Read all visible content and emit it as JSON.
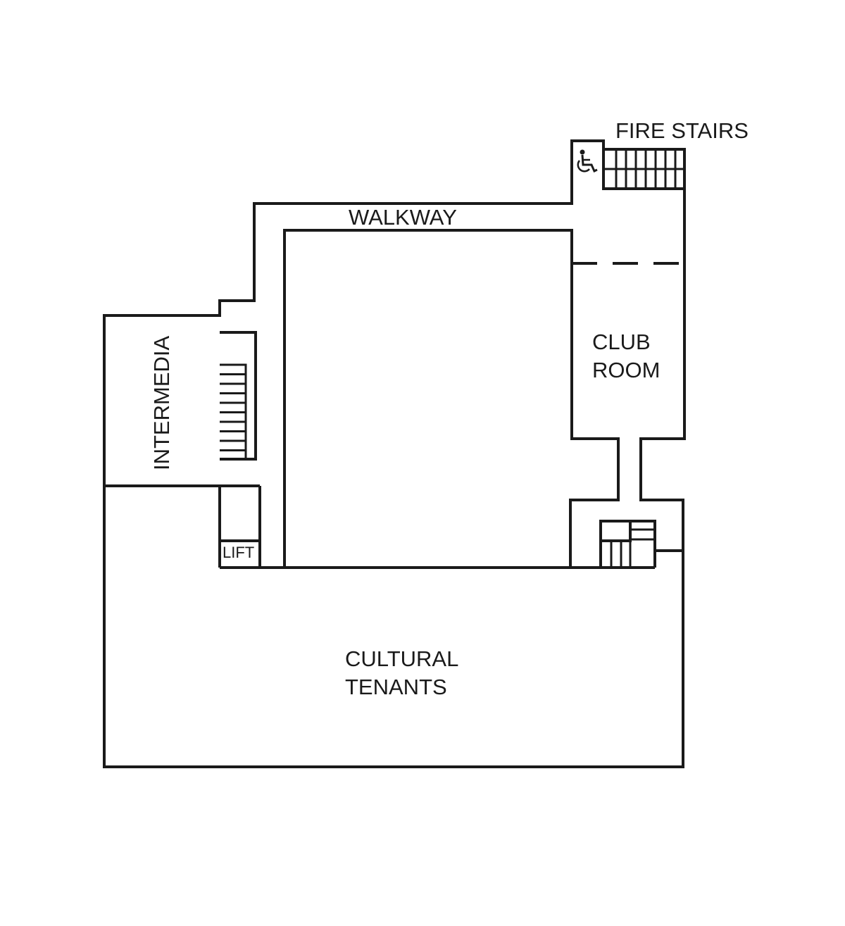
{
  "floorplan": {
    "labels": {
      "fire_stairs": "FIRE STAIRS",
      "walkway": "WALKWAY",
      "club_room_line1": "CLUB",
      "club_room_line2": "ROOM",
      "intermedia": "INTERMEDIA",
      "lift": "LIFT",
      "cultural_tenants_line1": "CULTURAL",
      "cultural_tenants_line2": "TENANTS"
    },
    "icons": {
      "accessible": "wheelchair-icon"
    },
    "colors": {
      "line": "#1a1a1a",
      "background": "#ffffff"
    }
  }
}
